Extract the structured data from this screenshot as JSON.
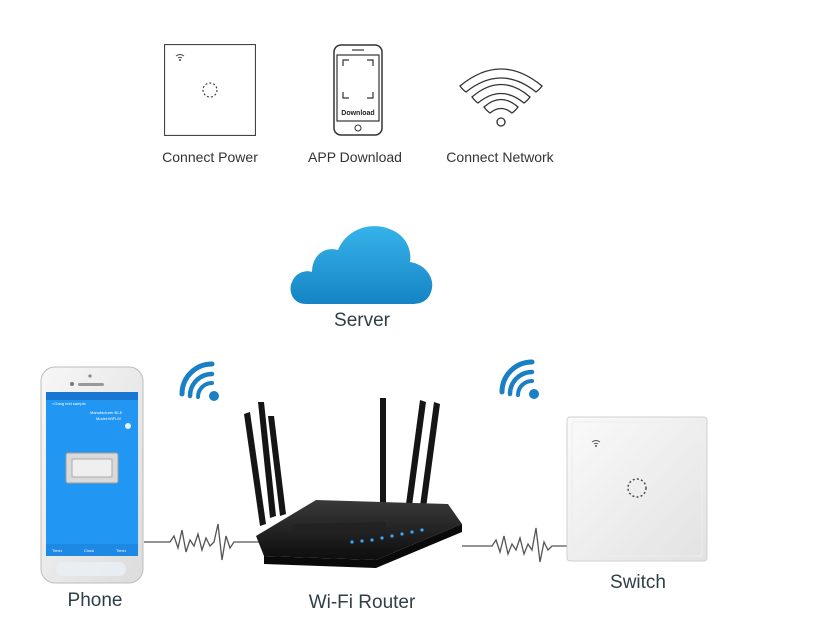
{
  "steps": [
    {
      "label": "Connect Power",
      "icon": "switch-panel-icon"
    },
    {
      "label": "APP Download",
      "icon": "phone-download-icon",
      "screen_text": "Download"
    },
    {
      "label": "Connect Network",
      "icon": "wifi-icon"
    }
  ],
  "diagram": {
    "server_label": "Server",
    "phone_label": "Phone",
    "router_label": "Wi-Fi Router",
    "switch_label": "Switch"
  },
  "phone_app": {
    "header_text": "<Gang test sample",
    "info_line1": "Manufacturer:BLE",
    "info_line2": "Model:WiFi-M",
    "tabs": [
      "Timer",
      "Clock",
      "Timer"
    ]
  },
  "colors": {
    "cloud": "#1f9bd6",
    "wifi_waves": "#1a7fc4",
    "app_screen": "#2196f3",
    "router": "#1b1b1b",
    "router_led": "#3aa8ff",
    "wire": "#555555"
  }
}
